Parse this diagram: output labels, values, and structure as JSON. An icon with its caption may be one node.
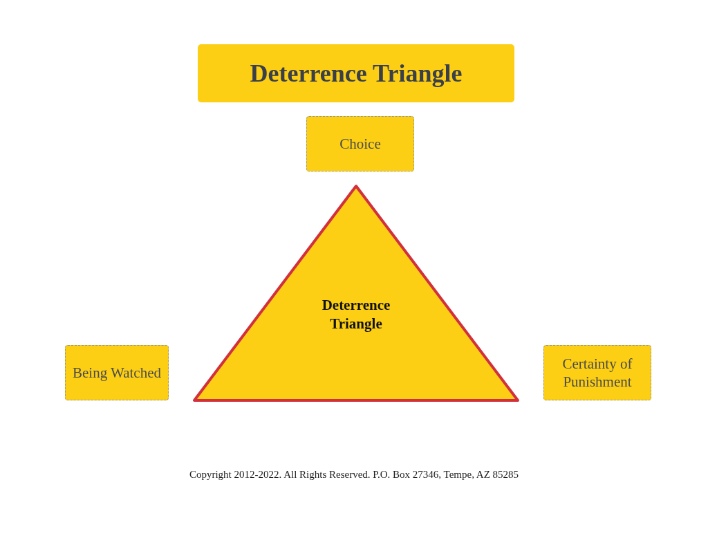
{
  "diagram": {
    "title": "Deterrence Triangle",
    "nodes": [
      {
        "text": [
          "Choice"
        ]
      },
      {
        "text": [
          "Deterrence Triangle"
        ]
      },
      {
        "text": [
          "Being Watched"
        ]
      },
      {
        "text": [
          "Certainty of Punishment"
        ]
      }
    ],
    "labels": [
      "Copyright 2012-2022. All Rights Reserved. P.O. Box 27346, Tempe, AZ 85285"
    ]
  }
}
